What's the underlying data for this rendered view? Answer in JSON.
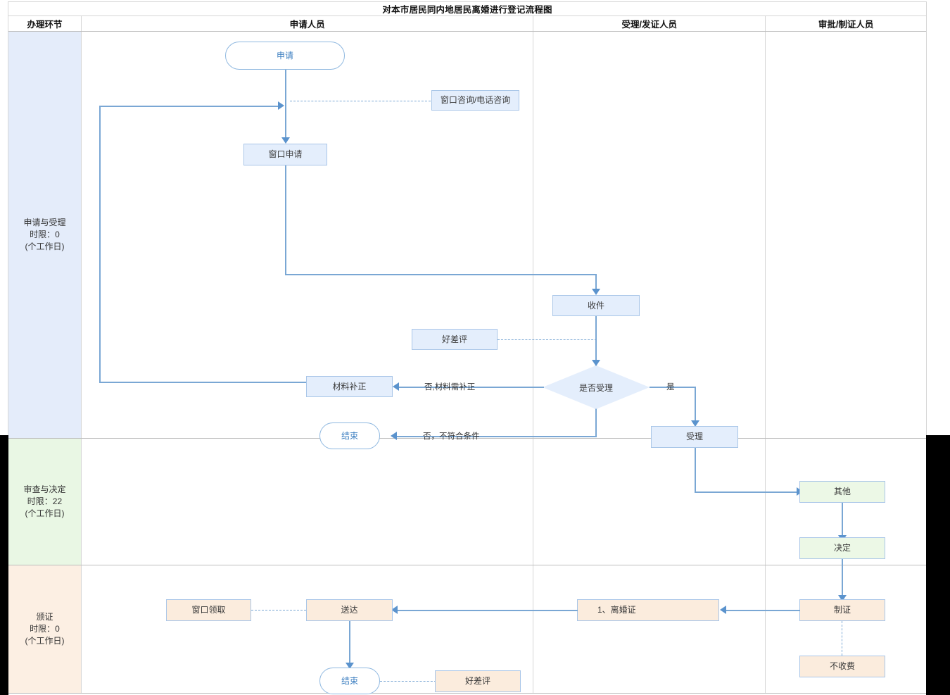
{
  "document": {
    "title": "对本市居民同内地居民离婚进行登记流程图"
  },
  "table": {
    "headers": {
      "stage": "办理环节",
      "applicant": "申请人员",
      "acceptor": "受理/发证人员",
      "approver": "审批/制证人员"
    }
  },
  "stages": [
    {
      "name": "申请与受理",
      "limit": "时限：0",
      "unit": "(个工作日)",
      "color": "#e4ecfa"
    },
    {
      "name": "审查与决定",
      "limit": "时限：22",
      "unit": "(个工作日)",
      "color": "#e9f7e4"
    },
    {
      "name": "颁证",
      "limit": "时限：0",
      "unit": "(个工作日)",
      "color": "#fcefe3"
    }
  ],
  "nodes": {
    "apply_start": "申请",
    "window_consult": "窗口咨询/电话咨询",
    "window_apply": "窗口申请",
    "receive": "收件",
    "review_rating_1": "好差评",
    "material_fix": "材料补正",
    "decision_accept": "是否受理",
    "end_1": "结束",
    "accept": "受理",
    "other": "其他",
    "decide": "决定",
    "window_pickup": "窗口领取",
    "deliver": "送达",
    "divorce_cert": "1、离婚证",
    "make_cert": "制证",
    "no_fee": "不收费",
    "end_2": "结束",
    "review_rating_2": "好差评"
  },
  "edge_labels": {
    "no_need_fix": "否,材料需补正",
    "yes": "是",
    "no_not_qualified": "否，不符合条件"
  },
  "colors": {
    "lane_blue": "#e4ecfa",
    "lane_green": "#e9f7e4",
    "lane_peach": "#fcefe3",
    "node_blue_fill": "#e4eefc",
    "node_green_fill": "#ecf8e6",
    "node_peach_fill": "#fbecdd",
    "node_border": "#a9c6e8",
    "connector": "#7aa7d4",
    "terminator_text": "#3d7fc1"
  }
}
